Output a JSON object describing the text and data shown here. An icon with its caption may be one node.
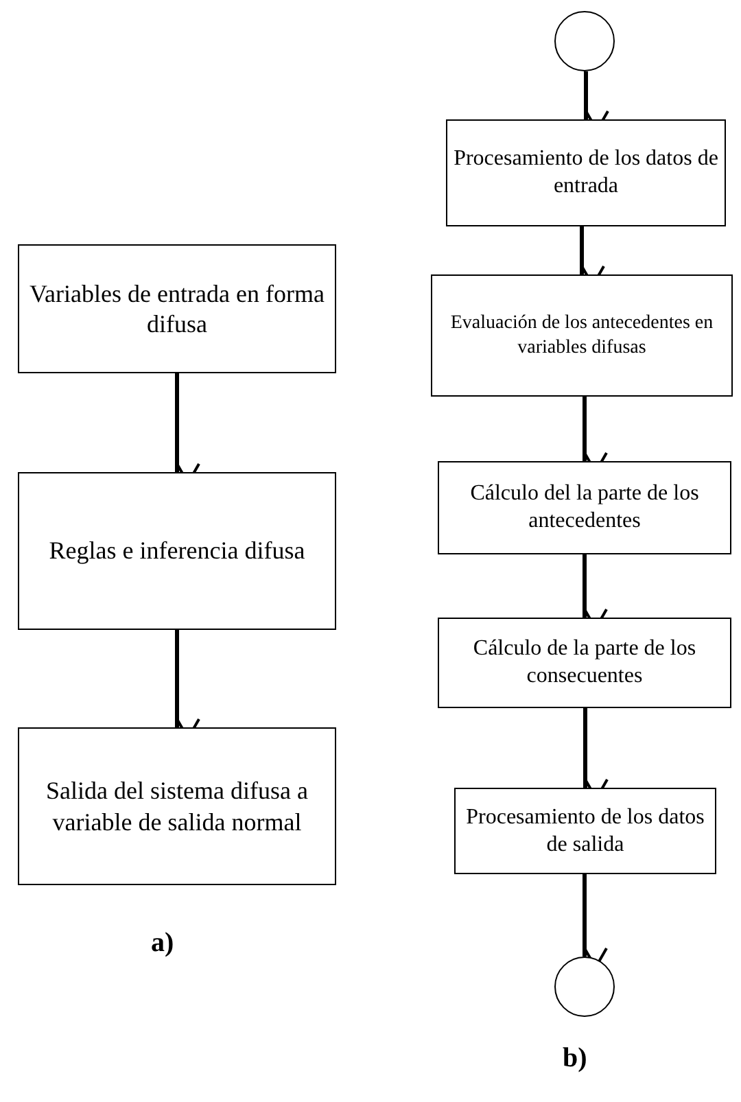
{
  "diagram": {
    "nodes": [
      {
        "text": [
          "Variables de entrada en forma difusa"
        ]
      },
      {
        "text": [
          "Reglas e inferencia difusa"
        ]
      },
      {
        "text": [
          "Salida del sistema difusa a variable de salida normal"
        ]
      },
      {
        "text": [],
        "shape": "circle"
      },
      {
        "text": [
          "Procesamiento de los datos de entrada"
        ]
      },
      {
        "text": [
          "Evaluación de los antecedentes en variables difusas"
        ]
      },
      {
        "text": [
          "Cálculo del la parte de los antecedentes"
        ]
      },
      {
        "text": [
          "Cálculo de la parte de los consecuentes"
        ]
      },
      {
        "text": [
          "Procesamiento de los datos de salida"
        ]
      },
      {
        "text": [],
        "shape": "circle"
      }
    ],
    "edges": [
      {
        "from": 0,
        "to": 1,
        "arrow": "to"
      },
      {
        "from": 1,
        "to": 2,
        "arrow": "to"
      },
      {
        "from": 3,
        "to": 4,
        "arrow": "to"
      },
      {
        "from": 4,
        "to": 5,
        "arrow": "to"
      },
      {
        "from": 5,
        "to": 6,
        "arrow": "to"
      },
      {
        "from": 6,
        "to": 7,
        "arrow": "to"
      },
      {
        "from": 7,
        "to": 8,
        "arrow": "to"
      },
      {
        "from": 8,
        "to": 9,
        "arrow": "to"
      }
    ],
    "labels": [
      "a)",
      "b)"
    ]
  }
}
